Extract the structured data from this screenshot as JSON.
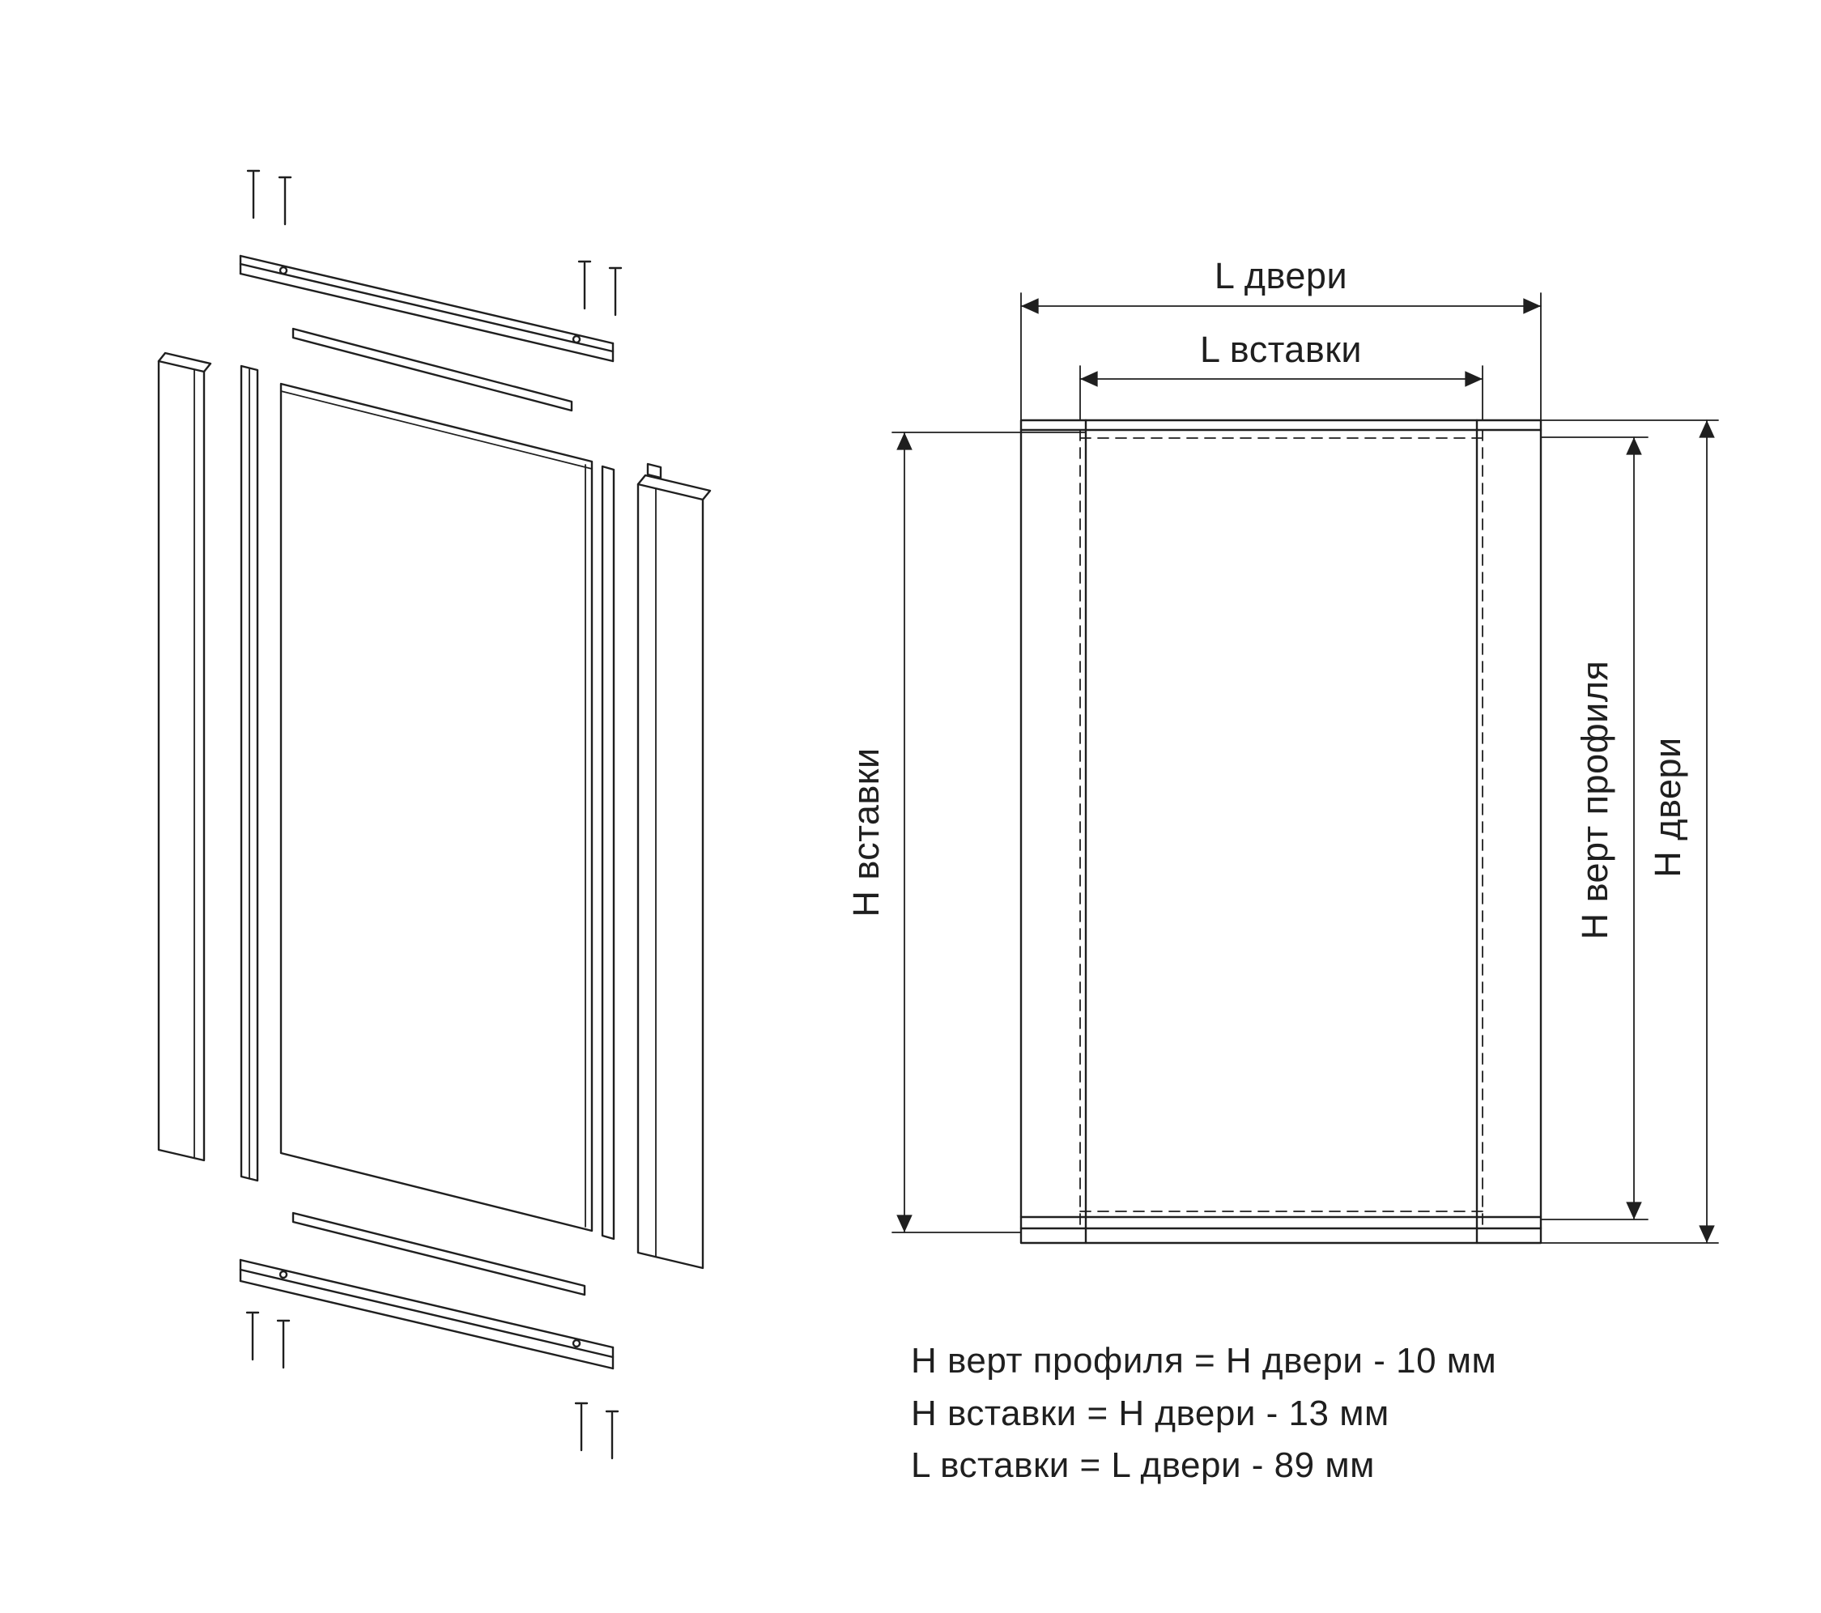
{
  "labels": {
    "door_width": "L двери",
    "insert_width": "L вставки",
    "insert_height": "Н вставки",
    "profile_height": "Н верт профиля",
    "door_height": "Н двери"
  },
  "formulas": [
    "Н верт профиля = Н двери - 10 мм",
    "Н вставки = Н двери - 13 мм",
    "L вставки = L двери - 89 мм"
  ],
  "colors": {
    "line": "#1f1f1f",
    "background": "#ffffff"
  }
}
